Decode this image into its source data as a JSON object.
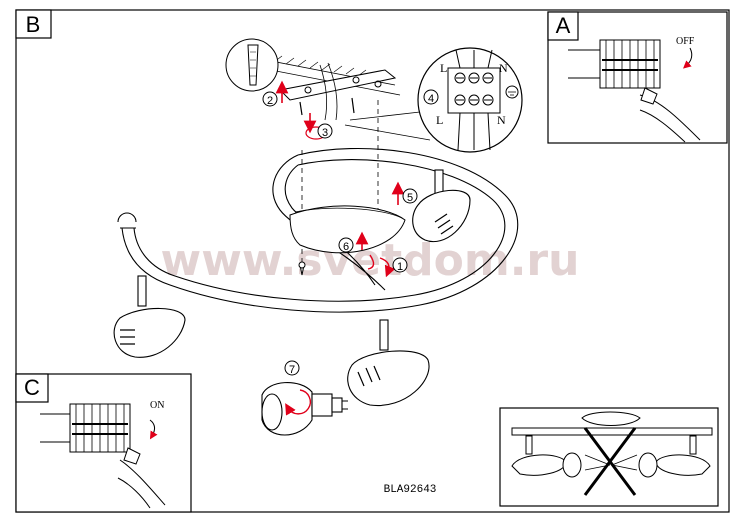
{
  "panels": {
    "main": {
      "label": "B"
    },
    "off_panel": {
      "label": "A",
      "switch_text": "OFF"
    },
    "on_panel": {
      "label": "C",
      "switch_text": "ON"
    }
  },
  "terminal": {
    "left_top": "L",
    "right_top": "N",
    "left_bottom": "L",
    "right_bottom": "N"
  },
  "steps": [
    "1",
    "2",
    "3",
    "4",
    "5",
    "6",
    "7"
  ],
  "watermark": "www.svetdom.ru",
  "model_code": "BLA92643",
  "colors": {
    "line": "#000000",
    "arrow": "#e0001a",
    "watermark": "#e2d2d2"
  }
}
